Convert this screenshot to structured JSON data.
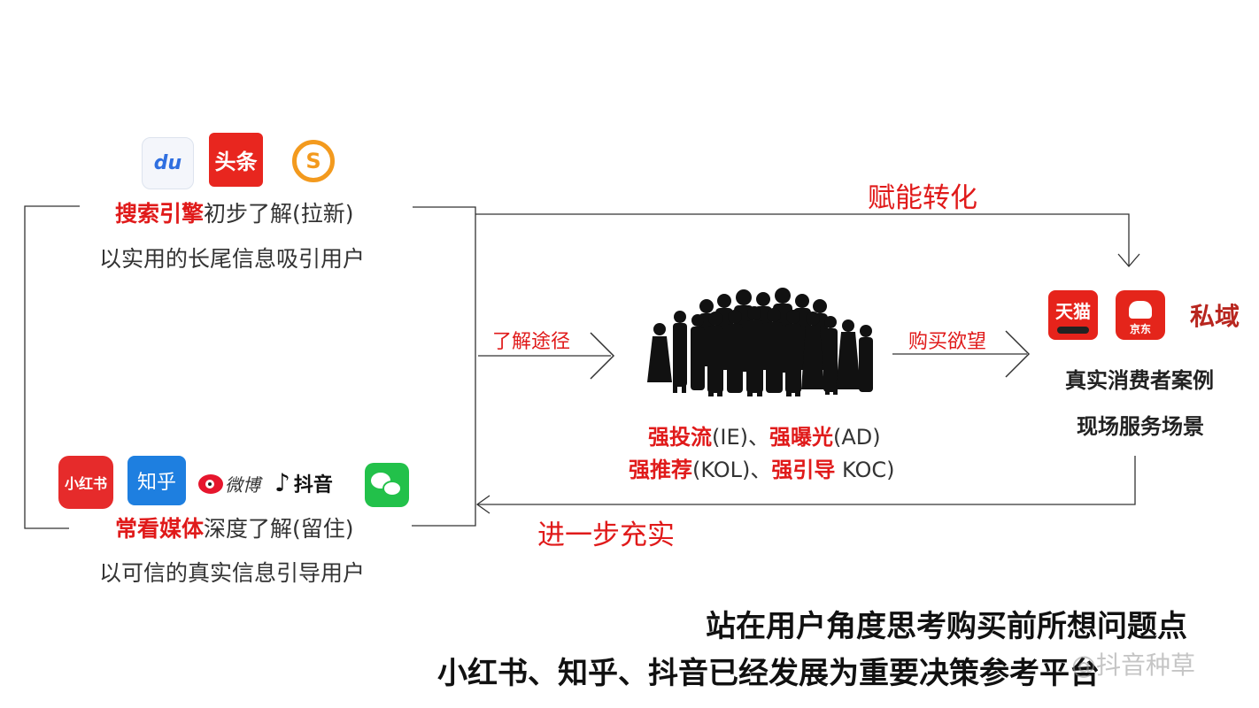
{
  "top_left": {
    "icons": [
      {
        "name": "baidu-app-icon",
        "text": "du"
      },
      {
        "name": "toutiao-app-icon",
        "text": "头条"
      },
      {
        "name": "sogou-app-icon",
        "text": "S"
      }
    ],
    "line1_bold": "搜索引擎",
    "line1_rest": "初步了解(拉新)",
    "line2": "以实用的长尾信息吸引用户"
  },
  "bottom_left": {
    "icons": [
      {
        "name": "xiaohongshu-app-icon",
        "text": "小红书"
      },
      {
        "name": "zhihu-app-icon",
        "text": "知乎"
      },
      {
        "name": "weibo-logo",
        "text": "微博"
      },
      {
        "name": "douyin-logo",
        "text": "抖音"
      },
      {
        "name": "wechat-app-icon",
        "text": ""
      }
    ],
    "line1_bold": "常看媒体",
    "line1_rest": "深度了解(留住)",
    "line2": "以可信的真实信息引导用户"
  },
  "arrows": {
    "top": "赋能转化",
    "bottom": "进一步充实",
    "left_mid": "了解途径",
    "right_mid": "购买欲望"
  },
  "center": {
    "row1": [
      {
        "text": "强投流",
        "bold": true
      },
      {
        "text": "(IE)、",
        "bold": false
      },
      {
        "text": "强曝光",
        "bold": true
      },
      {
        "text": "(AD)",
        "bold": false
      }
    ],
    "row2": [
      {
        "text": "强推荐",
        "bold": true
      },
      {
        "text": "(KOL)、",
        "bold": false
      },
      {
        "text": "强引导",
        "bold": true
      },
      {
        "text": " KOC)",
        "bold": false
      }
    ]
  },
  "right": {
    "icons": [
      {
        "name": "tmall-app-icon",
        "text": "天猫"
      },
      {
        "name": "jd-app-icon",
        "text": "京东"
      },
      {
        "name": "private-domain-icon",
        "text": "私域"
      }
    ],
    "line1": "真实消费者案例",
    "line2": "现场服务场景"
  },
  "bottom": {
    "line1": "站在用户角度思考购买前所想问题点",
    "line2": "小红书、知乎、抖音已经发展为重要决策参考平台",
    "watermark": "@抖音种草"
  },
  "colors": {
    "accent_red": "#e01a1a",
    "baidu_blue": "#2f6fe0",
    "toutiao_red": "#e8261f",
    "sogou_orange": "#f39a1e",
    "xhs_red": "#e62b2b",
    "zhihu_blue": "#1e7fe0",
    "wechat_green": "#22c14a",
    "tmall_red": "#e6231b",
    "jd_red": "#e4251b",
    "private_red": "#b8261f"
  }
}
